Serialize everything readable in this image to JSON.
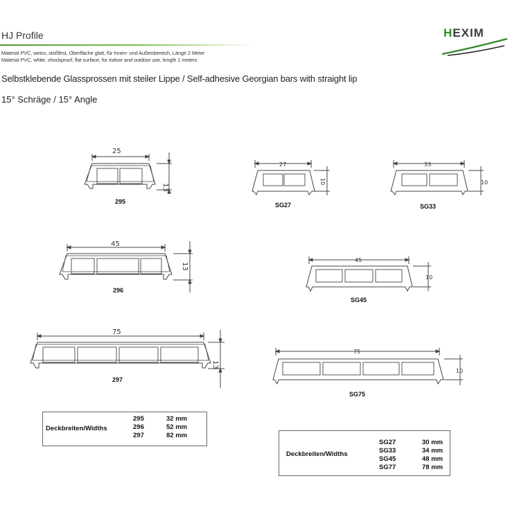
{
  "header": {
    "title": "HJ Profile",
    "material_de": "Material PVC, weiss, stoßfest, Oberfläche glatt, für Innen- und Außenbereich, Länge 2 Meter",
    "material_en": "Material PVC, white, shockproof, flat surface, for indoor and outdoor use, length 2 meters",
    "subtitle": "Selbstklebende Glassprossen mit steiler Lippe / Self-adhesive Georgian bars with straight lip",
    "angle": "15° Schräge / 15° Angle"
  },
  "logo": {
    "text_h": "H",
    "text_rest": "EXIM",
    "accent": "#2f8a2c"
  },
  "profiles": [
    {
      "id": "295",
      "width_dim": "25",
      "height_dim": "13"
    },
    {
      "id": "SG27",
      "width_dim": "27",
      "height_dim": "10"
    },
    {
      "id": "SG33",
      "width_dim": "33",
      "height_dim": "10"
    },
    {
      "id": "296",
      "width_dim": "45",
      "height_dim": "13"
    },
    {
      "id": "SG45",
      "width_dim": "45",
      "height_dim": "10"
    },
    {
      "id": "297",
      "width_dim": "75",
      "height_dim": "13"
    },
    {
      "id": "SG75",
      "width_dim": "75",
      "height_dim": "10"
    }
  ],
  "table_left": {
    "label": "Deckbreiten/Widths",
    "rows": [
      {
        "name": "295",
        "width": "32 mm"
      },
      {
        "name": "296",
        "width": "52 mm"
      },
      {
        "name": "297",
        "width": "82 mm"
      }
    ]
  },
  "table_right": {
    "label": "Deckbreiten/Widths",
    "rows": [
      {
        "name": "SG27",
        "width": "30 mm"
      },
      {
        "name": "SG33",
        "width": "34 mm"
      },
      {
        "name": "SG45",
        "width": "48 mm"
      },
      {
        "name": "SG77",
        "width": "78 mm"
      }
    ]
  }
}
